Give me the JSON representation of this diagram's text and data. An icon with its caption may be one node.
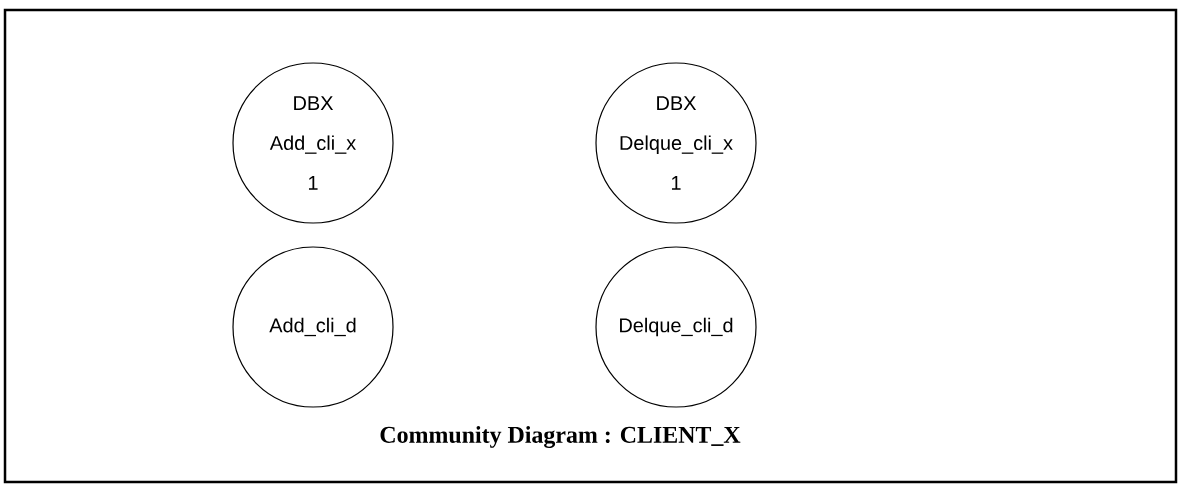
{
  "diagram": {
    "title": "Community Diagram : CLIENT_X",
    "nodes": [
      {
        "text": [
          "DBX",
          "Add_cli_x",
          "1"
        ]
      },
      {
        "text": [
          "DBX",
          "Delque_cli_x",
          "1"
        ]
      },
      {
        "text": [
          "Add_cli_d"
        ]
      },
      {
        "text": [
          "Delque_cli_d"
        ]
      }
    ]
  }
}
